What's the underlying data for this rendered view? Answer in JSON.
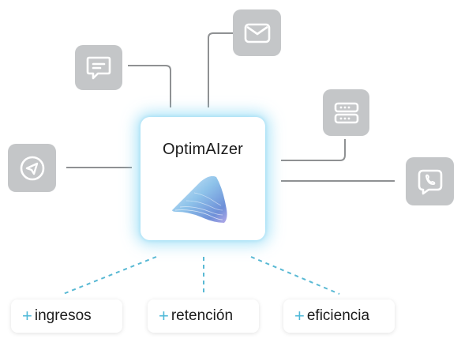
{
  "center": {
    "title": "OptimAIzer",
    "logo": "optimaizer-wave-logo"
  },
  "channels": [
    {
      "name": "chat-bubble-icon"
    },
    {
      "name": "email-envelope-icon"
    },
    {
      "name": "telegram-send-icon"
    },
    {
      "name": "server-storage-icon"
    },
    {
      "name": "phone-call-icon"
    }
  ],
  "benefits": [
    {
      "plus": "+",
      "label": "ingresos"
    },
    {
      "plus": "+",
      "label": "retención"
    },
    {
      "plus": "+",
      "label": "eficiencia"
    }
  ],
  "colors": {
    "tile": "#c4c6c8",
    "connector": "#8f9193",
    "dashed": "#59b9d4",
    "glow": "#96dcf5",
    "accent": "#4fb9d8"
  }
}
